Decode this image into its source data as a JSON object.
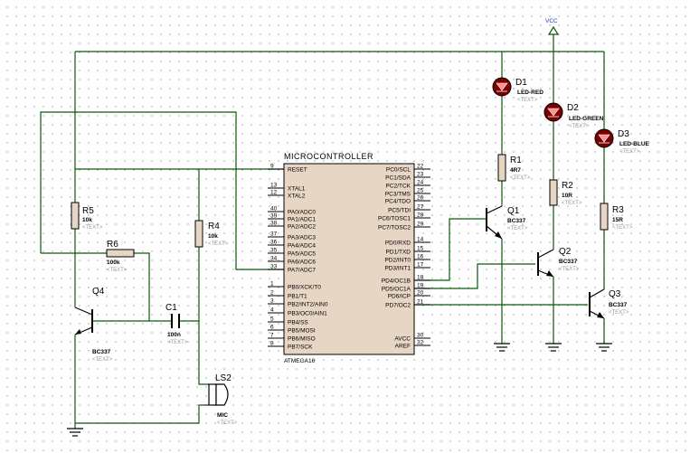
{
  "power": {
    "vcc": "VCC"
  },
  "mcu": {
    "title": "MICROCONTROLLER",
    "part": "ATMEGA16",
    "left_pins": [
      {
        "num": "9",
        "name": "RESET"
      },
      {
        "num": "13",
        "name": "XTAL1"
      },
      {
        "num": "12",
        "name": "XTAL2"
      },
      {
        "num": "40",
        "name": "PA0/ADC0"
      },
      {
        "num": "39",
        "name": "PA1/ADC1"
      },
      {
        "num": "38",
        "name": "PA2/ADC2"
      },
      {
        "num": "37",
        "name": "PA3/ADC3"
      },
      {
        "num": "36",
        "name": "PA4/ADC4"
      },
      {
        "num": "35",
        "name": "PA5/ADC5"
      },
      {
        "num": "34",
        "name": "PA6/ADC6"
      },
      {
        "num": "33",
        "name": "PA7/ADC7"
      },
      {
        "num": "1",
        "name": "PB0/XCK/T0"
      },
      {
        "num": "2",
        "name": "PB1/T1"
      },
      {
        "num": "3",
        "name": "PB2/INT2/AIN0"
      },
      {
        "num": "4",
        "name": "PB3/OC0/AIN1"
      },
      {
        "num": "5",
        "name": "PB4/SS"
      },
      {
        "num": "6",
        "name": "PB5/MOSI"
      },
      {
        "num": "7",
        "name": "PB6/MISO"
      },
      {
        "num": "8",
        "name": "PB7/SCK"
      }
    ],
    "right_pins": [
      {
        "num": "22",
        "name": "PC0/SCL"
      },
      {
        "num": "23",
        "name": "PC1/SDA"
      },
      {
        "num": "24",
        "name": "PC2/TCK"
      },
      {
        "num": "25",
        "name": "PC3/TMS"
      },
      {
        "num": "26",
        "name": "PC4/TDO"
      },
      {
        "num": "27",
        "name": "PC5/TDI"
      },
      {
        "num": "28",
        "name": "PC6/TOSC1"
      },
      {
        "num": "29",
        "name": "PC7/TOSC2"
      },
      {
        "num": "14",
        "name": "PD0/RXD"
      },
      {
        "num": "15",
        "name": "PD1/TXD"
      },
      {
        "num": "16",
        "name": "PD2/INT0"
      },
      {
        "num": "17",
        "name": "PD3/INT1"
      },
      {
        "num": "18",
        "name": "PD4/OC1B"
      },
      {
        "num": "19",
        "name": "PD5/OC1A"
      },
      {
        "num": "20",
        "name": "PD6/ICP"
      },
      {
        "num": "21",
        "name": "PD7/OC2"
      },
      {
        "num": "30",
        "name": "AVCC"
      },
      {
        "num": "32",
        "name": "AREF"
      }
    ]
  },
  "components": {
    "r5": {
      "ref": "R5",
      "value": "10k",
      "text": "<TEXT>"
    },
    "r6": {
      "ref": "R6",
      "value": "100k",
      "text": "<TEXT>"
    },
    "r4": {
      "ref": "R4",
      "value": "10k",
      "text": "<TEXT>"
    },
    "q4": {
      "ref": "Q4",
      "value": "BC337",
      "text": "<TEXT>"
    },
    "c1": {
      "ref": "C1",
      "value": "100n",
      "text": "<TEXT>"
    },
    "ls2": {
      "ref": "LS2",
      "value": "MIC",
      "text": "<TEXT>"
    },
    "d1": {
      "ref": "D1",
      "value": "LED-RED",
      "text": "<TEXT>"
    },
    "d2": {
      "ref": "D2",
      "value": "LED-GREEN",
      "text": "<TEXT>"
    },
    "d3": {
      "ref": "D3",
      "value": "LED-BLUE",
      "text": "<TEXT>"
    },
    "r1": {
      "ref": "R1",
      "value": "4R7",
      "text": "<TEXT>"
    },
    "r2": {
      "ref": "R2",
      "value": "10R",
      "text": "<TEXT>"
    },
    "r3": {
      "ref": "R3",
      "value": "15R",
      "text": "<TEXT>"
    },
    "q1": {
      "ref": "Q1",
      "value": "BC337",
      "text": "<TEXT>"
    },
    "q2": {
      "ref": "Q2",
      "value": "BC337",
      "text": "<TEXT>"
    },
    "q3": {
      "ref": "Q3",
      "value": "BC337",
      "text": "<TEXT>"
    }
  },
  "colors": {
    "wire": "#0a5a0a",
    "component_fill": "#e8d6c4",
    "vcc": "#1a3fc0",
    "led": "#7a0000"
  }
}
